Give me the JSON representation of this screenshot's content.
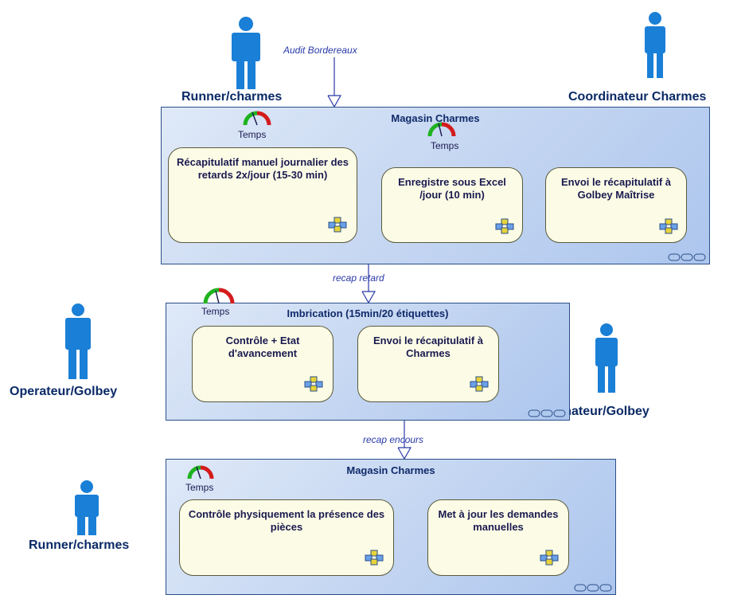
{
  "actors": {
    "runner_top": "Runner/charmes",
    "coordinateur": "Coordinateur Charmes",
    "operateur": "Operateur/Golbey",
    "animateur": "Animateur/Golbey",
    "runner_bottom": "Runner/charmes"
  },
  "flows": {
    "audit": "Audit Bordereaux",
    "recap_retard": "recap retard",
    "recap_encours": "recap encours"
  },
  "groups": {
    "magasin_top": {
      "title": "Magasin Charmes",
      "tasks": [
        "Récapitulatif manuel journalier des retards 2x/jour (15-30 min)",
        "Enregistre sous Excel /jour (10 min)",
        "Envoi le récapitulatif à Golbey Maîtrise"
      ]
    },
    "imbrication": {
      "title": "Imbrication (15min/20 étiquettes)",
      "tasks": [
        "Contrôle + Etat d'avancement",
        "Envoi le récapitulatif à Charmes"
      ]
    },
    "magasin_bottom": {
      "title": "Magasin Charmes",
      "tasks": [
        "Contrôle physiquement la présence des pièces",
        "Met à jour les demandes manuelles"
      ]
    }
  },
  "gauge_label": "Temps",
  "colors": {
    "actor": "#1a7fd6",
    "group_border": "#2a4f88",
    "task_fill": "#fcfce6",
    "flow_text": "#2a3aa8",
    "gauge_green": "#1fb31f",
    "gauge_red": "#d41c1c"
  },
  "icons": {
    "actor": "person-icon",
    "gauge": "gauge-icon",
    "task": "subprocess-icon",
    "group": "chain-icon"
  }
}
